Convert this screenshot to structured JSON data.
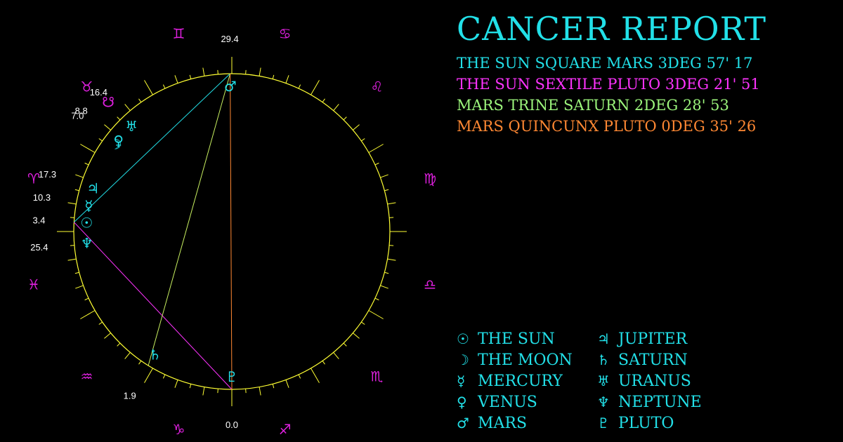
{
  "report": {
    "title": "CANCER REPORT",
    "aspects": [
      {
        "text": "THE SUN SQUARE MARS 3DEG 57' 17",
        "color": "#22e0e8"
      },
      {
        "text": "THE SUN SEXTILE PLUTO 3DEG 21' 51",
        "color": "#ff33ff"
      },
      {
        "text": "MARS TRINE SATURN 2DEG 28' 53",
        "color": "#9cf57c"
      },
      {
        "text": "MARS QUINCUNX PLUTO 0DEG 35' 26",
        "color": "#ff8833"
      }
    ]
  },
  "legend": {
    "left": [
      {
        "glyph": "☉",
        "name": "THE SUN"
      },
      {
        "glyph": "☽",
        "name": "THE MOON"
      },
      {
        "glyph": "☿",
        "name": "MERCURY"
      },
      {
        "glyph": "♀",
        "name": "VENUS"
      },
      {
        "glyph": "♂",
        "name": "MARS"
      }
    ],
    "right": [
      {
        "glyph": "♃",
        "name": "JUPITER"
      },
      {
        "glyph": "♄",
        "name": "SATURN"
      },
      {
        "glyph": "♅",
        "name": "URANUS"
      },
      {
        "glyph": "♆",
        "name": "NEPTUNE"
      },
      {
        "glyph": "♇",
        "name": "PLUTO"
      }
    ]
  },
  "wheel": {
    "colors": {
      "circle": "#ffff33",
      "planet": "#22e0e8",
      "sign": "#e020e0",
      "label": "#ffffff"
    },
    "ascendant_lon": 0,
    "signs": [
      {
        "name": "aries",
        "glyph": "♈",
        "lon": 15
      },
      {
        "name": "taurus",
        "glyph": "♉",
        "lon": 45
      },
      {
        "name": "gemini",
        "glyph": "♊",
        "lon": 75
      },
      {
        "name": "cancer",
        "glyph": "♋",
        "lon": 105
      },
      {
        "name": "leo",
        "glyph": "♌",
        "lon": 135
      },
      {
        "name": "virgo",
        "glyph": "♍",
        "lon": 165
      },
      {
        "name": "libra",
        "glyph": "♎",
        "lon": 195
      },
      {
        "name": "scorpio",
        "glyph": "♏",
        "lon": 225
      },
      {
        "name": "sagittarius",
        "glyph": "♐",
        "lon": 255
      },
      {
        "name": "capricorn",
        "glyph": "♑",
        "lon": 285
      },
      {
        "name": "aquarius",
        "glyph": "♒",
        "lon": 315
      },
      {
        "name": "pisces",
        "glyph": "♓",
        "lon": 345
      }
    ],
    "planets": [
      {
        "name": "sun",
        "glyph": "☉",
        "lon": 3.4,
        "label": "3.4",
        "color": "#22e0e8"
      },
      {
        "name": "mercury",
        "glyph": "☿",
        "lon": 10.3,
        "label": "10.3",
        "color": "#22e0e8"
      },
      {
        "name": "jupiter",
        "glyph": "♃",
        "lon": 17.3,
        "label": "17.3",
        "color": "#22e0e8"
      },
      {
        "name": "moon",
        "glyph": "☽",
        "lon": 37,
        "label": "7.0",
        "color": "#22e0e8"
      },
      {
        "name": "venus",
        "glyph": "♀",
        "lon": 38.8,
        "label": "8.8",
        "color": "#22e0e8"
      },
      {
        "name": "uranus",
        "glyph": "♅",
        "lon": 46.4,
        "label": "16.4",
        "color": "#22e0e8"
      },
      {
        "name": "mars",
        "glyph": "♂",
        "lon": 89.4,
        "label": "29.4",
        "color": "#22e0e8"
      },
      {
        "name": "pluto",
        "glyph": "♇",
        "lon": 270,
        "label": "0.0",
        "color": "#22e0e8"
      },
      {
        "name": "saturn",
        "glyph": "♄",
        "lon": 301.9,
        "label": "1.9",
        "color": "#22e0e8"
      },
      {
        "name": "neptune",
        "glyph": "♆",
        "lon": 355.4,
        "label": "25.4",
        "color": "#22e0e8"
      }
    ],
    "node_glyph": {
      "glyph": "☋",
      "lon": 46.4,
      "color": "#e020e0"
    },
    "aspect_lines": [
      {
        "from": "sun",
        "to": "mars",
        "color": "#22e0e8"
      },
      {
        "from": "sun",
        "to": "pluto",
        "color": "#ff33ff"
      },
      {
        "from": "mars",
        "to": "saturn",
        "color": "#c8f060"
      },
      {
        "from": "mars",
        "to": "pluto",
        "color": "#ff8833"
      }
    ]
  }
}
